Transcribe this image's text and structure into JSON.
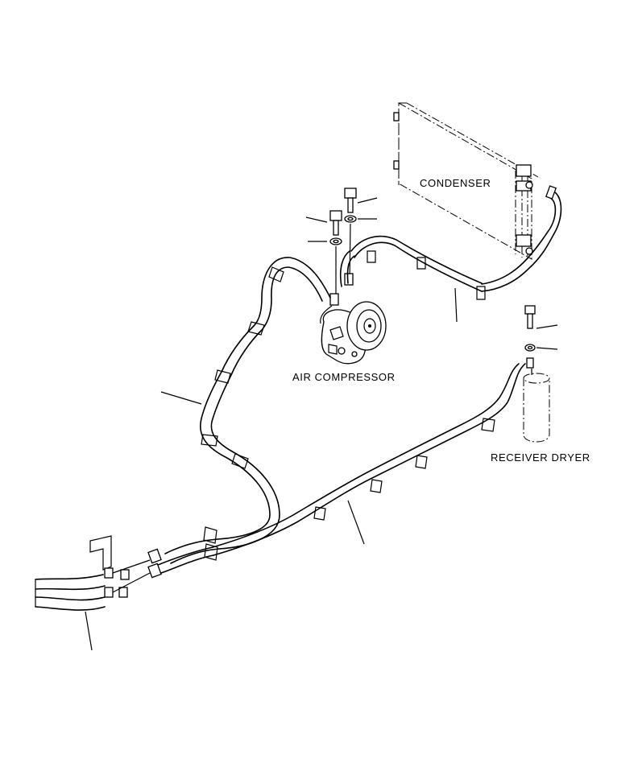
{
  "labels": {
    "condenser": "CONDENSER",
    "air_compressor": "AIR COMPRESSOR",
    "receiver_dryer": "RECEIVER DRYER"
  },
  "line_color": "#000000",
  "background": "#ffffff"
}
